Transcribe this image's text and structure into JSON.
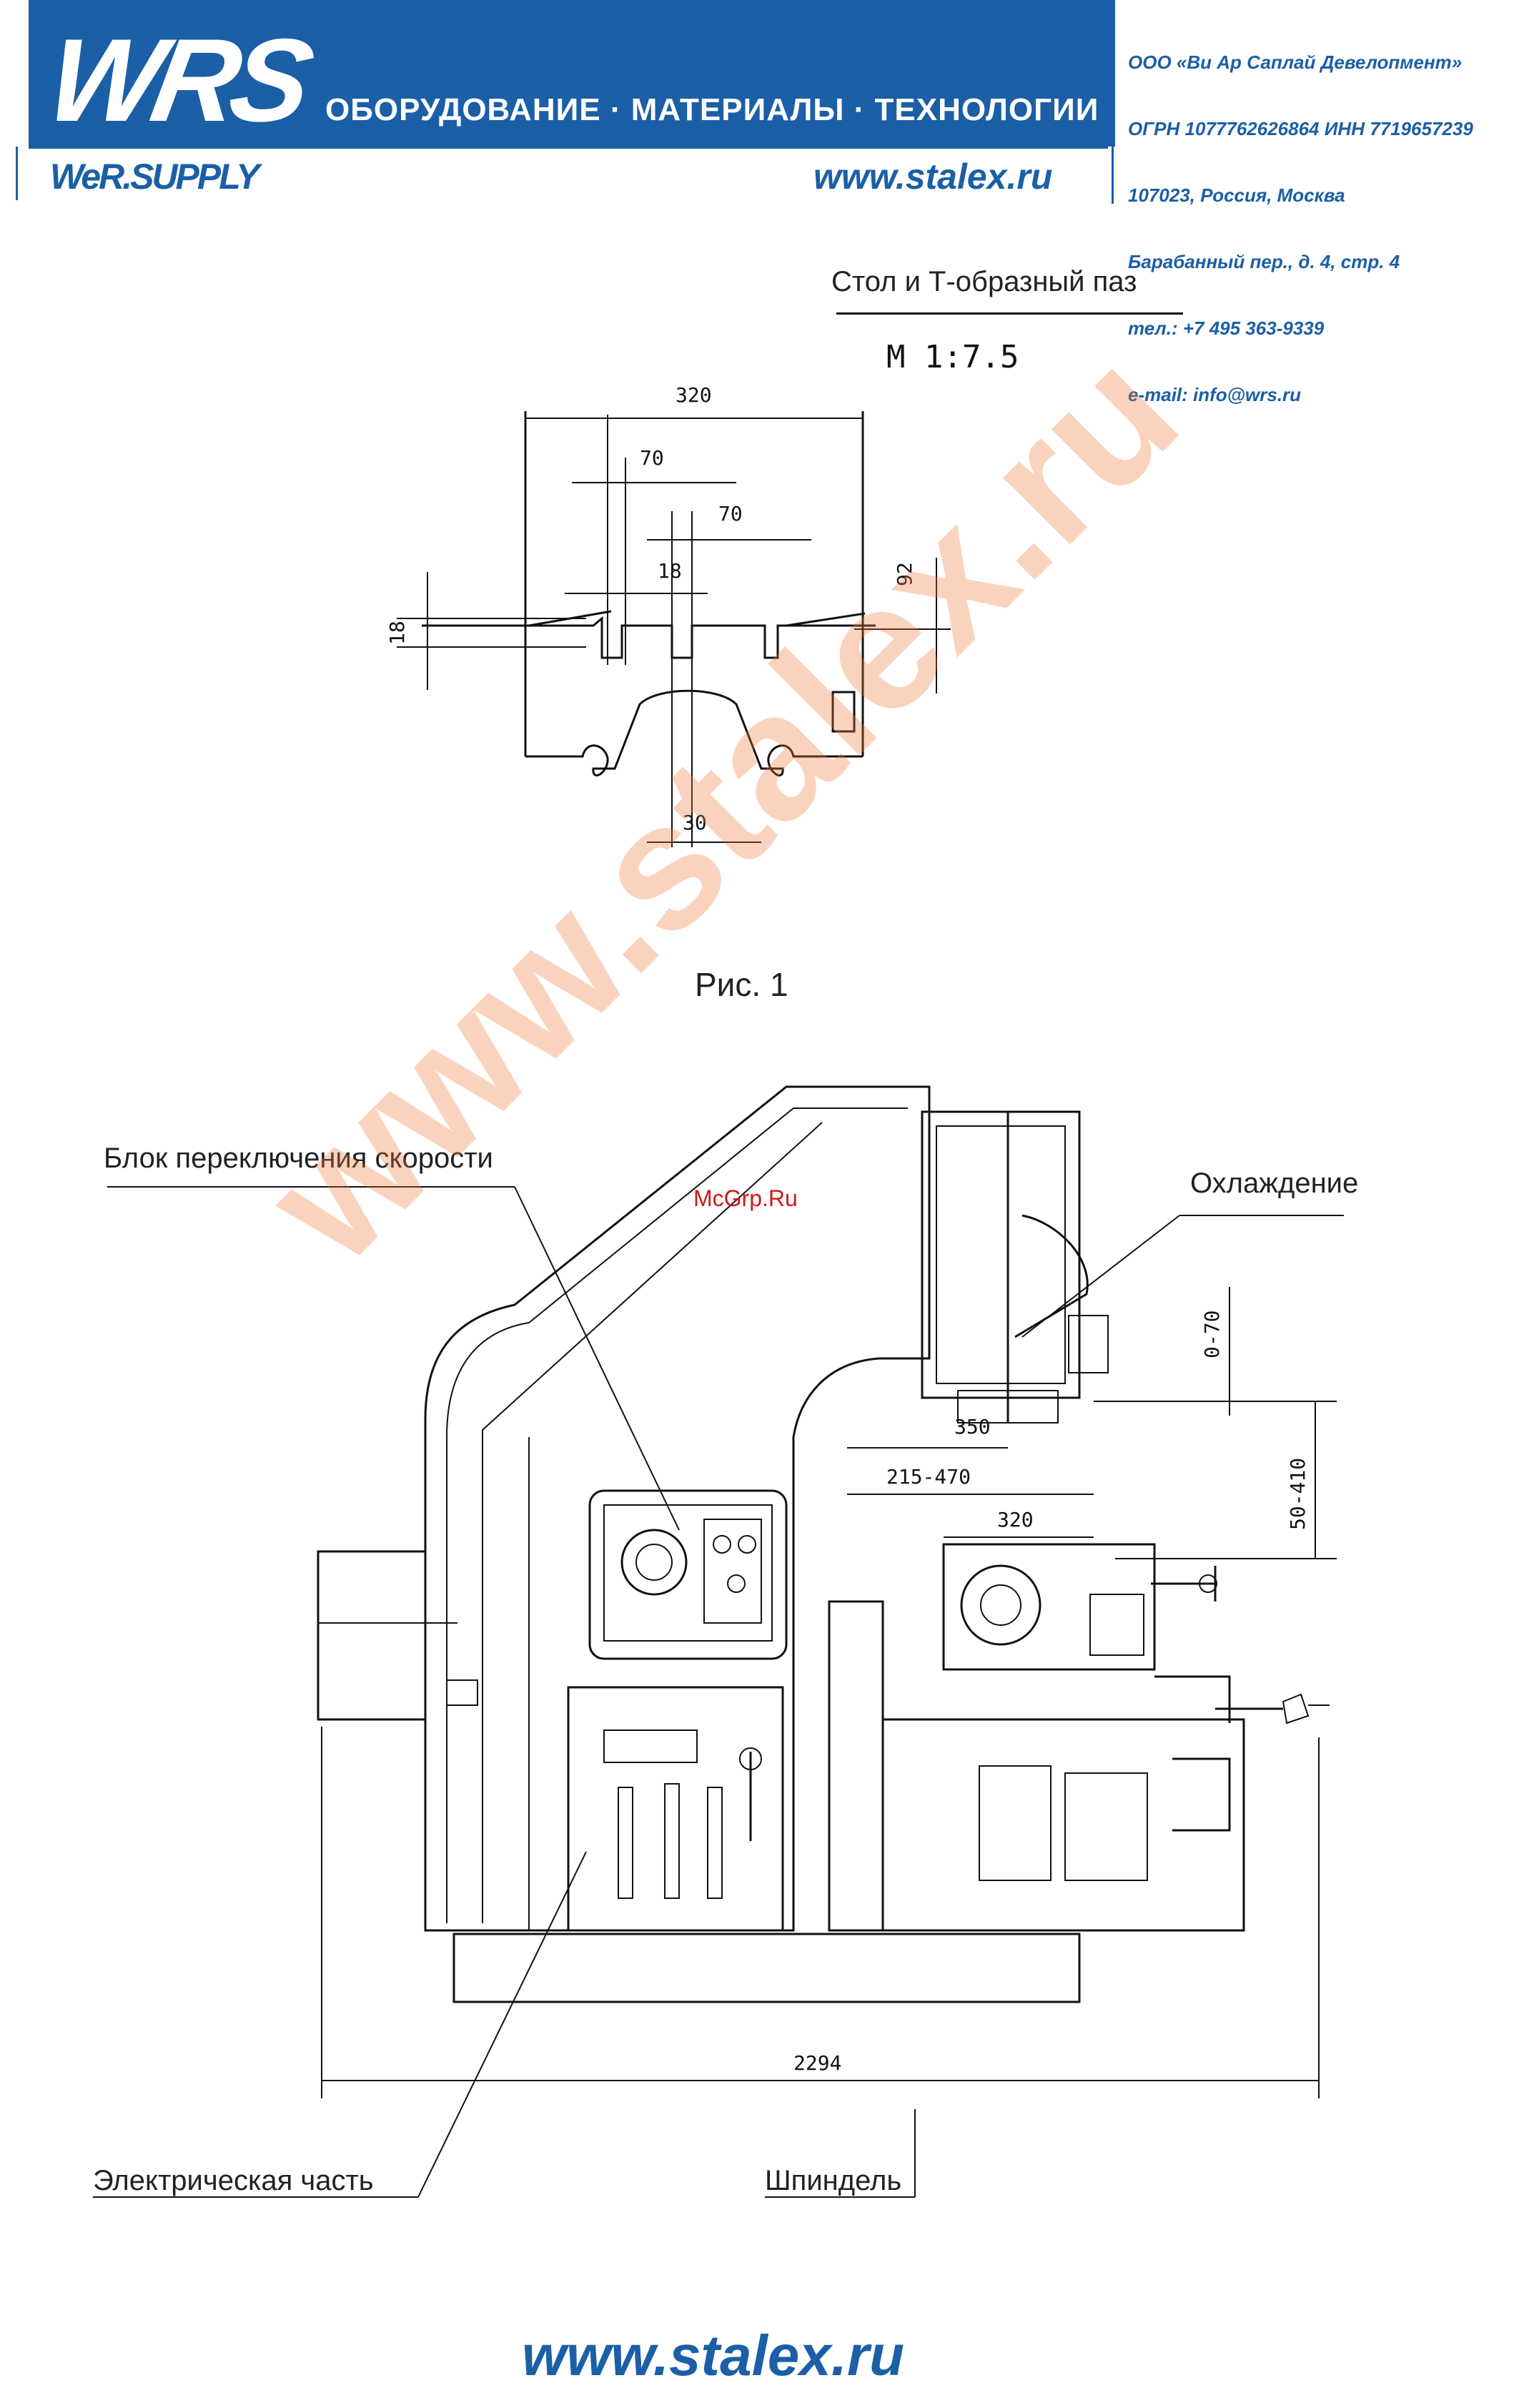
{
  "header": {
    "logo": "WRS",
    "tagline": "ОБОРУДОВАНИЕ · МАТЕРИАЛЫ · ТЕХНОЛОГИИ",
    "brand_secondary": "WeR.SUPPLY",
    "website": "www.stalex.ru",
    "company_lines": [
      "ООО «Ви Ар Саплай Девелопмент»",
      "ОГРН 1077762626864 ИНН 7719657239",
      "107023, Россия, Москва",
      "Барабанный пер., д. 4, стр. 4",
      "тел.: +7 495 363-9339",
      "e-mail: info@wrs.ru"
    ],
    "colors": {
      "brand_blue": "#1b5fa6"
    }
  },
  "figure1": {
    "title": "Стол и Т-образный паз",
    "scale": "M  1:7.5",
    "caption": "Рис. 1",
    "dimensions": {
      "width": "320",
      "d70a": "70",
      "d70b": "70",
      "d18a": "18",
      "d18b": "18",
      "d30": "30",
      "d92": "92"
    }
  },
  "figure2": {
    "labels": {
      "speed_block": "Блок переключения скорости",
      "cooling": "Охлаждение",
      "electrical": "Электрическая часть",
      "spindle": "Шпиндель"
    },
    "dimensions": {
      "d070": "0-70",
      "d350": "350",
      "d215": "215-470",
      "d320": "320",
      "d50": "50-410",
      "d2294": "2294"
    }
  },
  "watermark": "www.stalex.ru",
  "overlay_mark": "McGrp.Ru",
  "footer": {
    "website": "www.stalex.ru"
  }
}
